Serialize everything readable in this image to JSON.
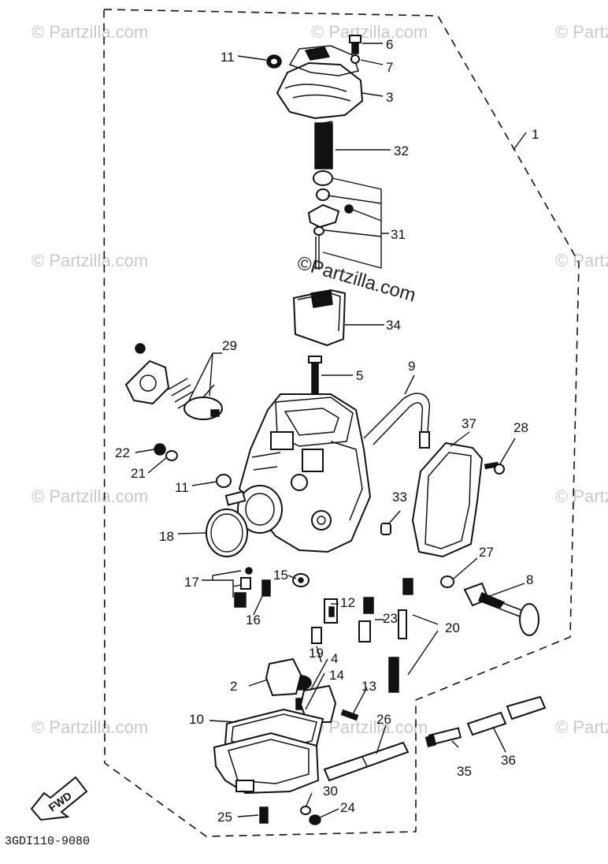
{
  "callouts": {
    "c1": "1",
    "c2": "2",
    "c3": "3",
    "c4": "4",
    "c5": "5",
    "c6": "6",
    "c7": "7",
    "c8": "8",
    "c9": "9",
    "c10": "10",
    "c11a": "11",
    "c11b": "11",
    "c12": "12",
    "c13": "13",
    "c14": "14",
    "c15": "15",
    "c16": "16",
    "c17": "17",
    "c18": "18",
    "c19": "19",
    "c20": "20",
    "c21": "21",
    "c22": "22",
    "c23": "23",
    "c24": "24",
    "c25": "25",
    "c26": "26",
    "c27": "27",
    "c28": "28",
    "c29": "29",
    "c30": "30",
    "c31": "31",
    "c32": "32",
    "c33": "33",
    "c34": "34",
    "c35": "35",
    "c36": "36",
    "c37": "37"
  },
  "direction_arrow": "FWD",
  "diagram_code": "3GDI110-9080",
  "watermark": {
    "center": "©Partzilla.com",
    "repeated": "© Partzilla.com"
  }
}
